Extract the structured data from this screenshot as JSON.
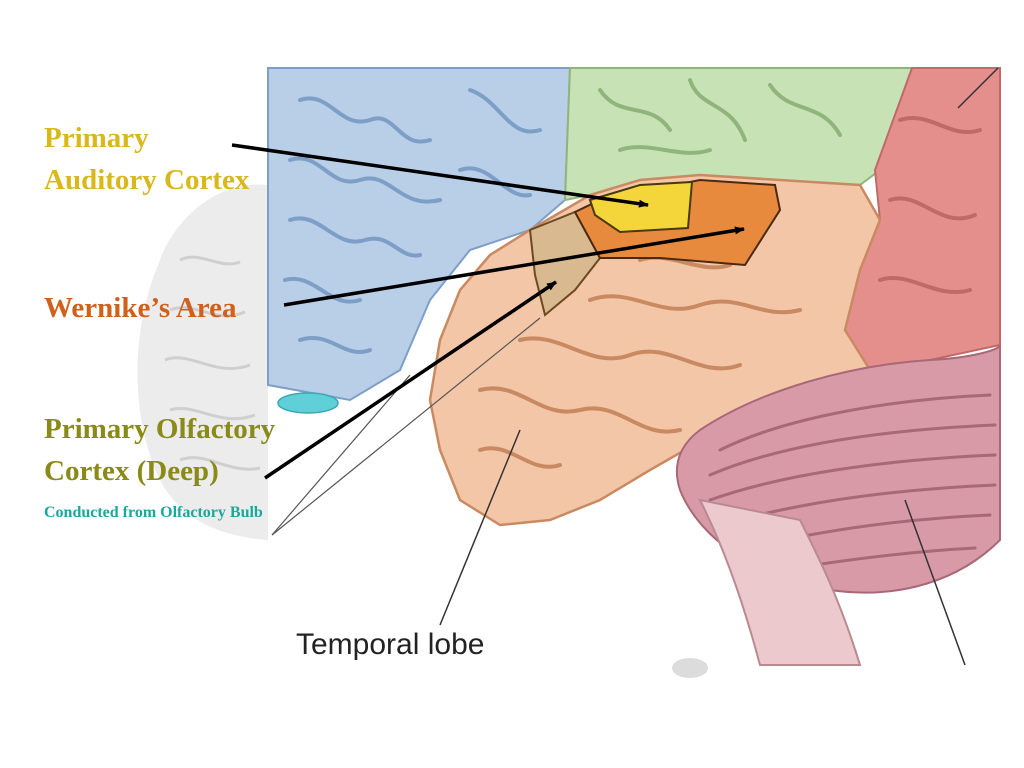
{
  "labels": {
    "auditory_line1": "Primary",
    "auditory_line2": "Auditory Cortex",
    "wernicke": "Wernike’s Area",
    "olfactory_line1": "Primary Olfactory",
    "olfactory_line2": "Cortex (Deep)",
    "olfactory_sub": "Conducted from Olfactory Bulb",
    "temporal": "Temporal lobe"
  },
  "colors": {
    "auditory_label": "#d8b81c",
    "wernicke_label": "#d0601a",
    "olfactory_label": "#8a8a18",
    "olfactory_sub_label": "#1aa89a",
    "frontal_lobe": "#b9cfe8",
    "parietal_lobe": "#c7e3b6",
    "occipital_lobe": "#e58f8c",
    "temporal_lobe": "#f4c6a8",
    "cerebellum": "#d89aa6",
    "primary_auditory_cortex": "#f4d63a",
    "wernickes_area": "#e88a3e",
    "olfactory_cortex": "#d9b98f"
  }
}
